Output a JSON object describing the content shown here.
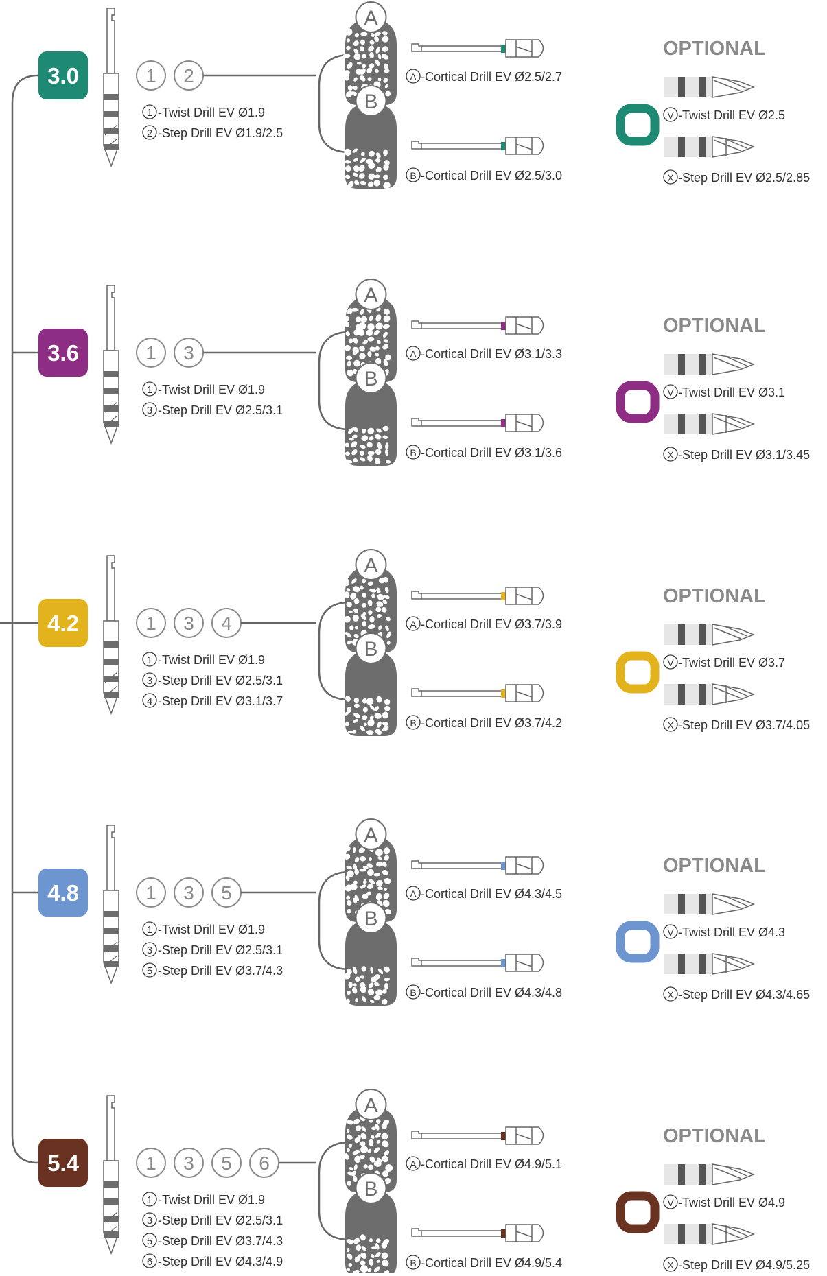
{
  "groups": [
    {
      "size": "3.0",
      "color": "#1e8a74",
      "steps": [
        "1",
        "2"
      ],
      "drills": [
        {
          "num": "1",
          "text": "-Twist Drill EV Ø1.9"
        },
        {
          "num": "2",
          "text": "-Step Drill EV Ø1.9/2.5"
        }
      ],
      "cortical": [
        {
          "letter": "A",
          "text": "-Cortical Drill EV Ø2.5/2.7"
        },
        {
          "letter": "B",
          "text": "-Cortical Drill EV Ø2.5/3.0"
        }
      ],
      "optional": [
        {
          "letter": "V",
          "text": "-Twist Drill EV Ø2.5"
        },
        {
          "letter": "X",
          "text": "-Step Drill EV Ø2.5/2.85"
        }
      ]
    },
    {
      "size": "3.6",
      "color": "#8e2d84",
      "steps": [
        "1",
        "3"
      ],
      "drills": [
        {
          "num": "1",
          "text": "-Twist Drill EV Ø1.9"
        },
        {
          "num": "3",
          "text": "-Step Drill EV Ø2.5/3.1"
        }
      ],
      "cortical": [
        {
          "letter": "A",
          "text": "-Cortical Drill EV Ø3.1/3.3"
        },
        {
          "letter": "B",
          "text": "-Cortical Drill EV Ø3.1/3.6"
        }
      ],
      "optional": [
        {
          "letter": "V",
          "text": "-Twist Drill EV Ø3.1"
        },
        {
          "letter": "X",
          "text": "-Step Drill EV Ø3.1/3.45"
        }
      ]
    },
    {
      "size": "4.2",
      "color": "#e2b31c",
      "steps": [
        "1",
        "3",
        "4"
      ],
      "drills": [
        {
          "num": "1",
          "text": "-Twist Drill EV Ø1.9"
        },
        {
          "num": "3",
          "text": "-Step Drill EV Ø2.5/3.1"
        },
        {
          "num": "4",
          "text": "-Step Drill EV Ø3.1/3.7"
        }
      ],
      "cortical": [
        {
          "letter": "A",
          "text": "-Cortical Drill EV Ø3.7/3.9"
        },
        {
          "letter": "B",
          "text": "-Cortical Drill EV Ø3.7/4.2"
        }
      ],
      "optional": [
        {
          "letter": "V",
          "text": "-Twist Drill EV Ø3.7"
        },
        {
          "letter": "X",
          "text": "-Step Drill EV Ø3.7/4.05"
        }
      ]
    },
    {
      "size": "4.8",
      "color": "#6d95cf",
      "steps": [
        "1",
        "3",
        "5"
      ],
      "drills": [
        {
          "num": "1",
          "text": "-Twist Drill EV Ø1.9"
        },
        {
          "num": "3",
          "text": "-Step Drill EV Ø2.5/3.1"
        },
        {
          "num": "5",
          "text": "-Step Drill EV Ø3.7/4.3"
        }
      ],
      "cortical": [
        {
          "letter": "A",
          "text": "-Cortical Drill EV Ø4.3/4.5"
        },
        {
          "letter": "B",
          "text": "-Cortical Drill EV Ø4.3/4.8"
        }
      ],
      "optional": [
        {
          "letter": "V",
          "text": "-Twist Drill EV Ø4.3"
        },
        {
          "letter": "X",
          "text": "-Step Drill EV Ø4.3/4.65"
        }
      ]
    },
    {
      "size": "5.4",
      "color": "#6a3220",
      "steps": [
        "1",
        "3",
        "5",
        "6"
      ],
      "drills": [
        {
          "num": "1",
          "text": "-Twist Drill EV Ø1.9"
        },
        {
          "num": "3",
          "text": "-Step Drill EV Ø2.5/3.1"
        },
        {
          "num": "5",
          "text": "-Step Drill EV Ø3.7/4.3"
        },
        {
          "num": "6",
          "text": "-Step Drill EV Ø4.3/4.9"
        }
      ],
      "cortical": [
        {
          "letter": "A",
          "text": "-Cortical Drill EV Ø4.9/5.1"
        },
        {
          "letter": "B",
          "text": "-Cortical Drill EV Ø4.9/5.4"
        }
      ],
      "optional": [
        {
          "letter": "V",
          "text": "-Twist Drill EV Ø4.9"
        },
        {
          "letter": "X",
          "text": "-Step Drill EV Ø4.9/5.25"
        }
      ]
    }
  ],
  "optional_label": "OPTIONAL",
  "line_color": "#666666",
  "dark_gray": "#6d6d6d",
  "mid_gray": "#8a8a8a"
}
